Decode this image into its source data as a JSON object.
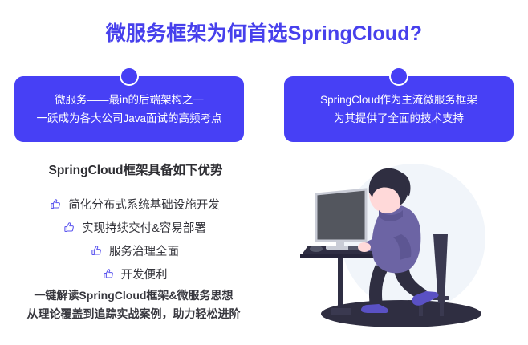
{
  "page": {
    "title": "微服务框架为何首选SpringCloud?",
    "background_color": "#ffffff",
    "accent_color": "#4740f5",
    "title_color": "#4740ec"
  },
  "cards": [
    {
      "name": "microservice-card",
      "line1": "微服务——最in的后端架构之一",
      "line2": "一跃成为各大公司Java面试的高频考点",
      "background_color": "#4740f5",
      "text_color": "#ffffff"
    },
    {
      "name": "springcloud-card",
      "line1": "SpringCloud作为主流微服务框架",
      "line2": "为其提供了全面的技术支持",
      "background_color": "#4740f5",
      "text_color": "#ffffff"
    }
  ],
  "features": {
    "heading": "SpringCloud框架具备如下优势",
    "icon": "thumbs-up-icon",
    "icon_color": "#5b55ef",
    "items": [
      {
        "label": "简化分布式系统基础设施开发"
      },
      {
        "label": "实现持续交付&容易部署"
      },
      {
        "label": "服务治理全面"
      },
      {
        "label": "开发便利"
      }
    ]
  },
  "blurb": {
    "line1": "一键解读SpringCloud框架&微服务思想",
    "line2": "从理论覆盖到追踪实战案例，助力轻松进阶"
  },
  "illustration": {
    "name": "developer-at-desk-illustration",
    "description": "person sitting on chair working at a desk with a monitor",
    "colors": {
      "backdrop": "#f1f5fa",
      "hair": "#2f2e41",
      "skin": "#ffd9d9",
      "shirt": "#6c64a4",
      "shirt_shadow": "#5d5693",
      "pants": "#2f2e41",
      "shoes": "#5a51c4",
      "desk": "#2f2e43",
      "monitor_screen": "#53565e",
      "monitor_frame": "#c9ccd6",
      "floor": "#2f2e41"
    }
  }
}
